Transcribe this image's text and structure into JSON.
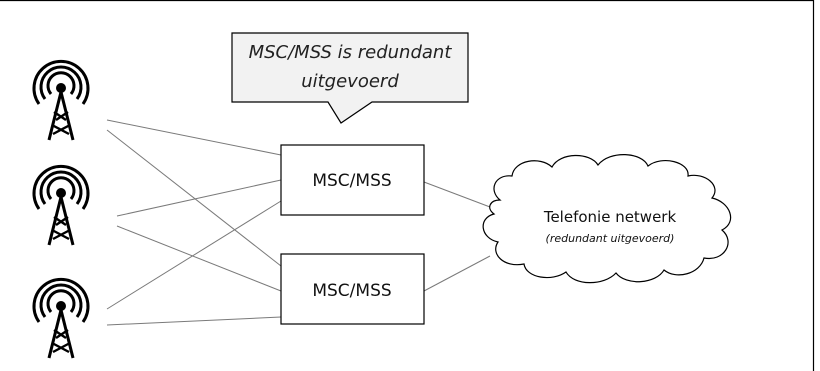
{
  "callout": {
    "line1": "MSC/MSS is redundant",
    "line2": "uitgevoerd"
  },
  "nodes": [
    {
      "id": "msc1",
      "label": "MSC/MSS"
    },
    {
      "id": "msc2",
      "label": "MSC/MSS"
    }
  ],
  "cloud": {
    "title": "Telefonie netwerk",
    "subtitle": "(redundant uitgevoerd)"
  },
  "towers": [
    {
      "id": "tower-1"
    },
    {
      "id": "tower-2"
    },
    {
      "id": "tower-3"
    }
  ],
  "colors": {
    "callout_fill": "#f2f2f2",
    "line": "#7a7a7a",
    "border": "#000000"
  }
}
